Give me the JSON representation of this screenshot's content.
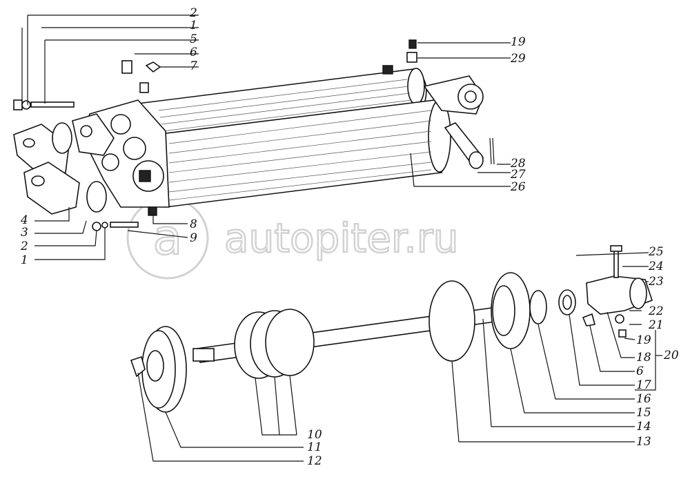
{
  "watermark": {
    "text": "autopiter.ru",
    "logo_text": "a"
  },
  "callouts": [
    "1",
    "2",
    "3",
    "4",
    "5",
    "6",
    "7",
    "8",
    "9",
    "10",
    "11",
    "12",
    "13",
    "14",
    "15",
    "16",
    "17",
    "18",
    "19",
    "20",
    "21",
    "22",
    "23",
    "24",
    "25",
    "26",
    "27",
    "28",
    "29"
  ]
}
